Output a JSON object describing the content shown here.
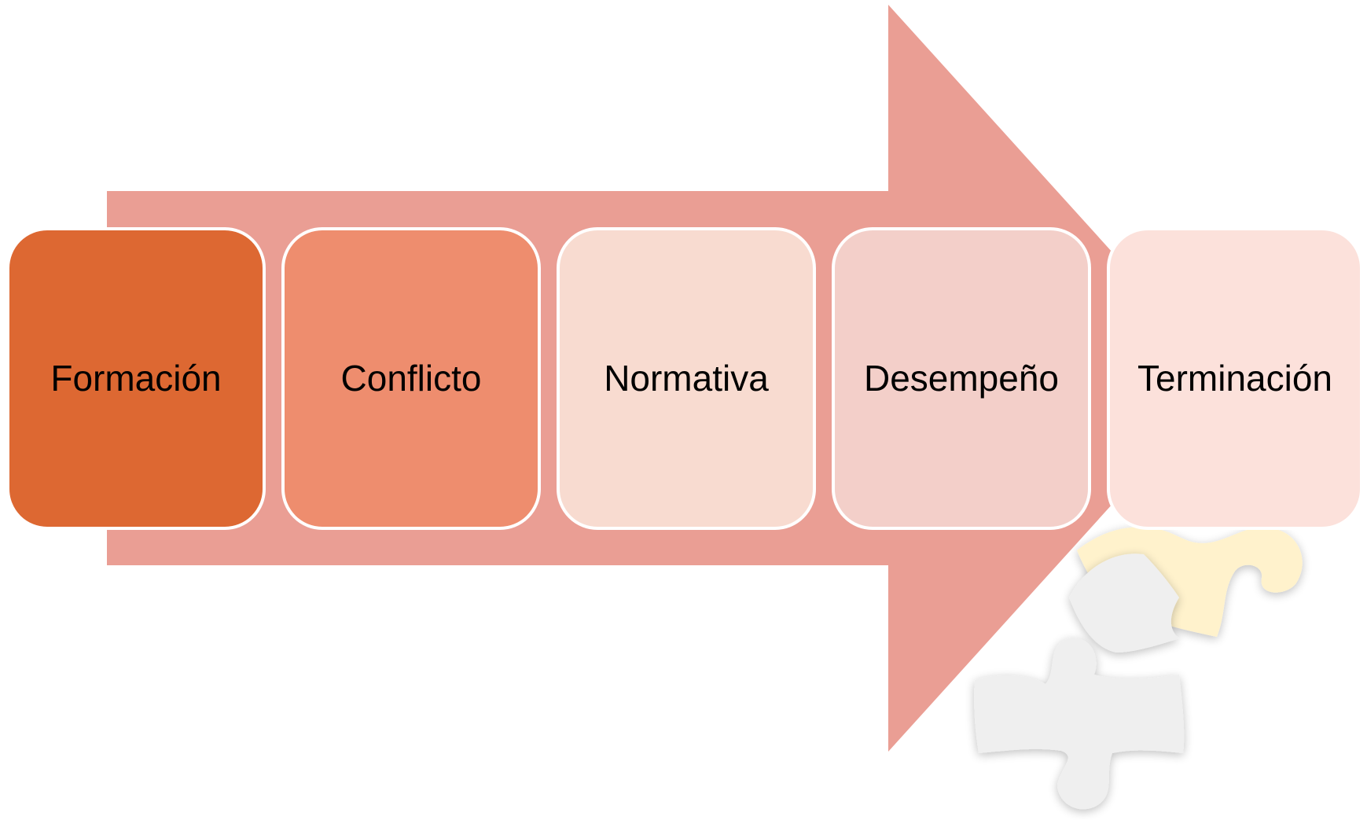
{
  "diagram": {
    "colors": {
      "arrow": "#EA9E94",
      "puzzle_yellow": "#FFF2CC",
      "puzzle_grey": "#EFEFEF"
    },
    "steps": [
      {
        "label": "Formación",
        "color": "#DD6832"
      },
      {
        "label": "Conflicto",
        "color": "#EE8D6E"
      },
      {
        "label": "Normativa",
        "color": "#F8DBD0"
      },
      {
        "label": "Desempeño",
        "color": "#F3CFC9"
      },
      {
        "label": "Terminación",
        "color": "#FCE1DB"
      }
    ]
  }
}
